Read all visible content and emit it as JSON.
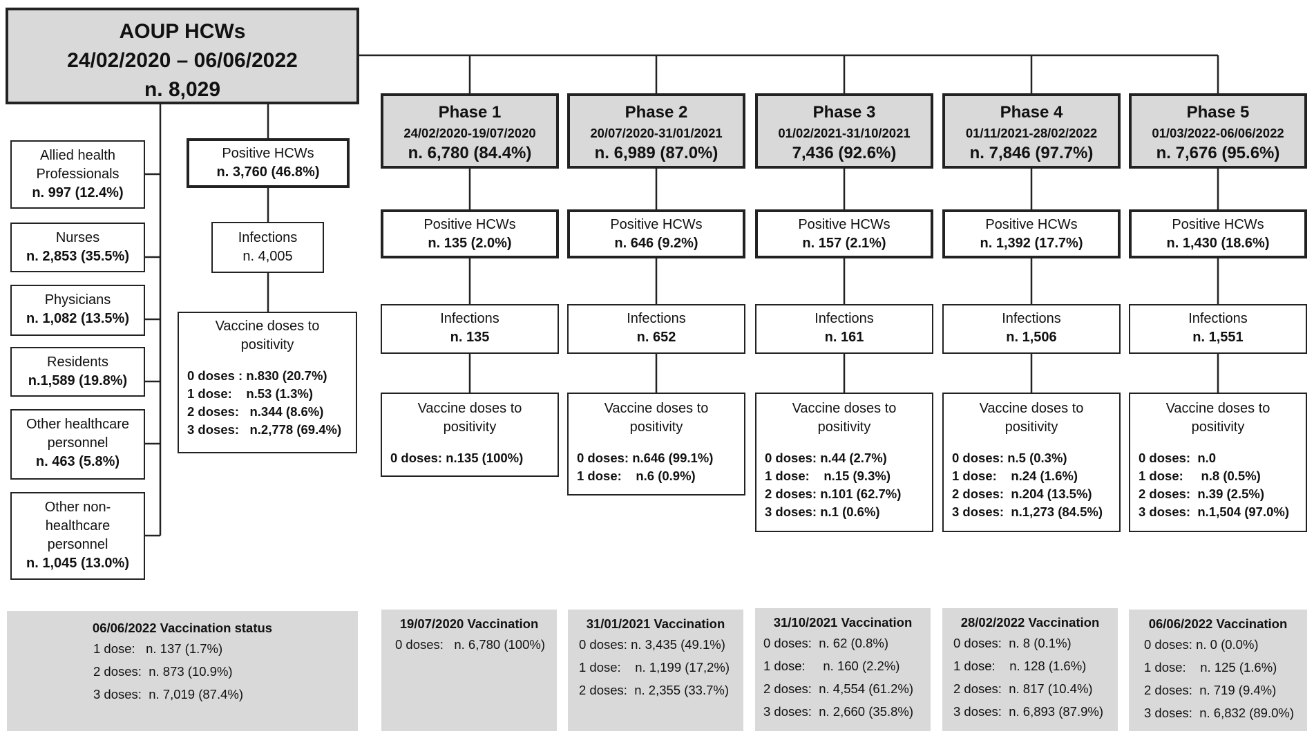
{
  "root": {
    "title": "AOUP HCWs",
    "dates": "24/02/2020 – 06/06/2022",
    "total": "n. 8,029"
  },
  "categories": [
    {
      "lines": [
        "Allied health",
        "Professionals"
      ],
      "value": "n. 997 (12.4%)"
    },
    {
      "lines": [
        "Nurses"
      ],
      "value": "n. 2,853 (35.5%)"
    },
    {
      "lines": [
        "Physicians"
      ],
      "value": "n. 1,082 (13.5%)"
    },
    {
      "lines": [
        "Residents"
      ],
      "value": "n.1,589 (19.8%)"
    },
    {
      "lines": [
        "Other healthcare",
        "personnel"
      ],
      "value": "n. 463 (5.8%)"
    },
    {
      "lines": [
        "Other non-",
        "healthcare",
        "personnel"
      ],
      "value": "n. 1,045 (13.0%)"
    }
  ],
  "overall": {
    "positive": {
      "label": "Positive HCWs",
      "value": "n. 3,760 (46.8%)"
    },
    "infections": {
      "label": "Infections",
      "value": "n. 4,005"
    },
    "doses": {
      "title": [
        "Vaccine doses to",
        "positivity"
      ],
      "lines": [
        "0 doses : n.830 (20.7%)",
        "1 dose:    n.53 (1.3%)",
        "2 doses:   n.344 (8.6%)",
        "3 doses:   n.2,778 (69.4%)"
      ]
    }
  },
  "phases": [
    {
      "name": "Phase 1",
      "dates": "24/02/2020-19/07/2020",
      "count": "n. 6,780 (84.4%)",
      "positive_label": "Positive HCWs",
      "positive": "n. 135 (2.0%)",
      "infections_label": "Infections",
      "infections": "n. 135",
      "doses_title": [
        "Vaccine doses to",
        "positivity"
      ],
      "doses": [
        "0 doses: n.135 (100%)"
      ]
    },
    {
      "name": "Phase 2",
      "dates": "20/07/2020-31/01/2021",
      "count": "n. 6,989 (87.0%)",
      "positive_label": "Positive HCWs",
      "positive": "n. 646 (9.2%)",
      "infections_label": "Infections",
      "infections": "n. 652",
      "doses_title": [
        "Vaccine doses to",
        "positivity"
      ],
      "doses": [
        "0 doses: n.646 (99.1%)",
        "1 dose:    n.6 (0.9%)"
      ]
    },
    {
      "name": "Phase 3",
      "dates": "01/02/2021-31/10/2021",
      "count": "7,436 (92.6%)",
      "positive_label": "Positive HCWs",
      "positive": "n. 157 (2.1%)",
      "infections_label": "Infections",
      "infections": "n. 161",
      "doses_title": [
        "Vaccine doses to",
        "positivity"
      ],
      "doses": [
        "0 doses: n.44 (2.7%)",
        "1 dose:    n.15 (9.3%)",
        "2 doses: n.101 (62.7%)",
        "3 doses: n.1 (0.6%)"
      ]
    },
    {
      "name": "Phase 4",
      "dates": "01/11/2021-28/02/2022",
      "count": "n. 7,846 (97.7%)",
      "positive_label": "Positive HCWs",
      "positive": "n. 1,392 (17.7%)",
      "infections_label": "Infections",
      "infections": "n. 1,506",
      "doses_title": [
        "Vaccine doses to",
        "positivity"
      ],
      "doses": [
        "0 doses: n.5 (0.3%)",
        "1 dose:    n.24 (1.6%)",
        "2 doses:  n.204 (13.5%)",
        "3 doses:  n.1,273 (84.5%)"
      ]
    },
    {
      "name": "Phase 5",
      "dates": "01/03/2022-06/06/2022",
      "count": "n. 7,676 (95.6%)",
      "positive_label": "Positive HCWs",
      "positive": "n. 1,430 (18.6%)",
      "infections_label": "Infections",
      "infections": "n. 1,551",
      "doses_title": [
        "Vaccine doses to",
        "positivity"
      ],
      "doses": [
        "0 doses:  n.0",
        "1 dose:     n.8 (0.5%)",
        "2 doses:  n.39 (2.5%)",
        "3 doses:  n.1,504 (97.0%)"
      ]
    }
  ],
  "vaccination_panels": [
    {
      "title": "06/06/2022 Vaccination status",
      "lines": [
        "1 dose:   n. 137 (1.7%)",
        "2 doses:  n. 873 (10.9%)",
        "3 doses:  n. 7,019 (87.4%)"
      ]
    },
    {
      "title": "19/07/2020 Vaccination",
      "lines": [
        "0 doses:   n. 6,780 (100%)"
      ]
    },
    {
      "title": "31/01/2021 Vaccination",
      "lines": [
        "0 doses: n. 3,435 (49.1%)",
        "1 dose:    n. 1,199 (17,2%)",
        "2 doses:  n. 2,355 (33.7%)"
      ]
    },
    {
      "title": "31/10/2021 Vaccination",
      "lines": [
        "0 doses:  n. 62 (0.8%)",
        "1 dose:     n. 160 (2.2%)",
        "2 doses:  n. 4,554 (61.2%)",
        "3 doses:  n. 2,660 (35.8%)"
      ]
    },
    {
      "title": "28/02/2022 Vaccination",
      "lines": [
        "0 doses:  n. 8 (0.1%)",
        "1 dose:    n. 128 (1.6%)",
        "2 doses:  n. 817 (10.4%)",
        "3 doses:  n. 6,893 (87.9%)"
      ]
    },
    {
      "title": "06/06/2022 Vaccination",
      "lines": [
        "0 doses: n. 0 (0.0%)",
        "1 dose:    n. 125 (1.6%)",
        "2 doses:  n. 719 (9.4%)",
        "3 doses:  n. 6,832 (89.0%)"
      ]
    }
  ]
}
